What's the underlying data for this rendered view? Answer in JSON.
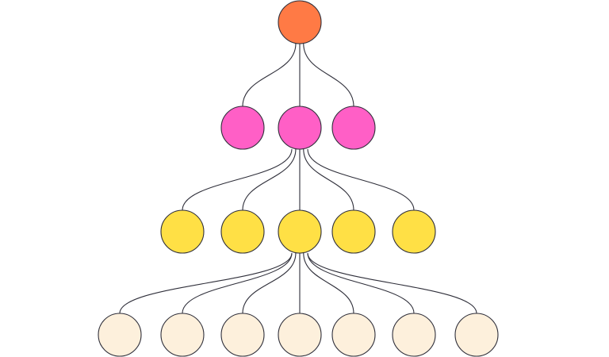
{
  "diagram": {
    "type": "tree",
    "edge_color": "#2f2f3a",
    "node_stroke": "#2f2f3a",
    "levels": [
      {
        "level": 1,
        "node_count": 1,
        "fill": "#ff7a45"
      },
      {
        "level": 2,
        "node_count": 3,
        "fill": "#ff5fc6"
      },
      {
        "level": 3,
        "node_count": 5,
        "fill": "#ffe045"
      },
      {
        "level": 4,
        "node_count": 7,
        "fill": "#fdf0dc"
      }
    ]
  }
}
